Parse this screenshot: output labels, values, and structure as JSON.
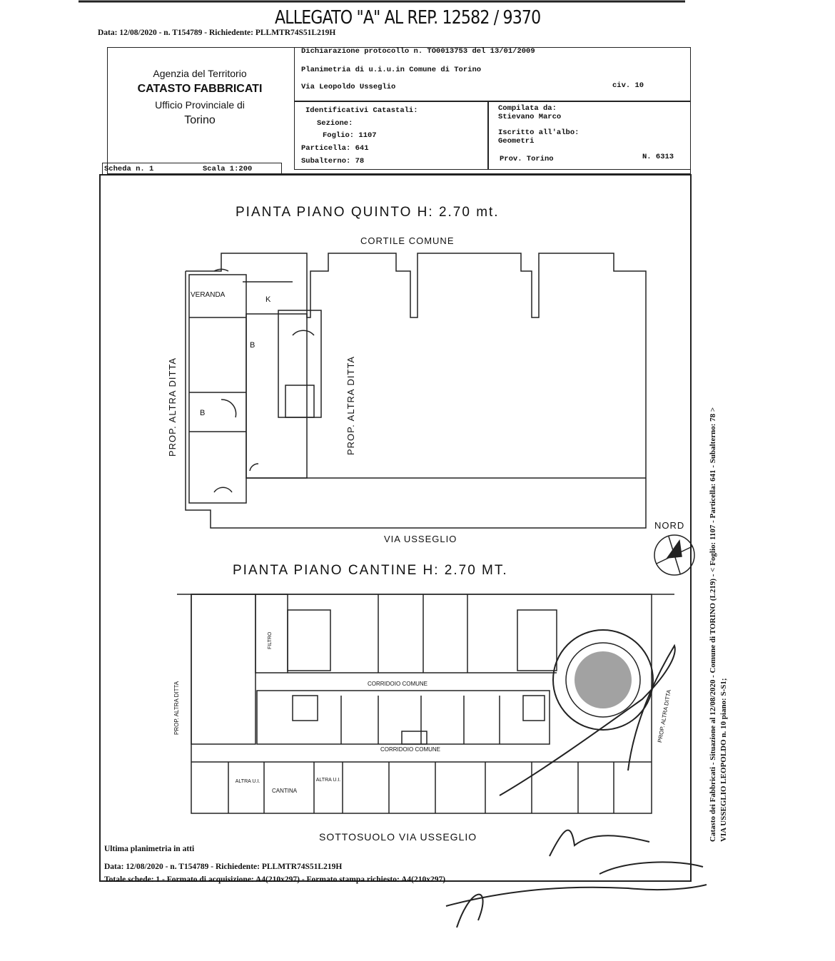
{
  "handwritten_header": "ALLEGATO \"A\" AL REP. 12582 / 9370",
  "top_meta": "Data: 12/08/2020 - n. T154789 - Richiedente: PLLMTR74S51L219H",
  "agency": {
    "line1": "Agenzia del Territorio",
    "line2": "CATASTO FABBRICATI",
    "line3": "Ufficio Provinciale di",
    "line4": "Torino"
  },
  "scheda": {
    "label": "Scheda n. 1",
    "scale": "Scala 1:200"
  },
  "declaration": {
    "protocol": "Dichiarazione protocollo n. TO0013753 del 13/01/2009",
    "planimetry": "Planimetria di u.i.u.in Comune di Torino",
    "address": "Via Leopoldo Usseglio",
    "civic": "civ. 10"
  },
  "identifiers": {
    "title": "Identificativi Catastali:",
    "sezione": "Sezione:",
    "foglio": "Foglio: 1107",
    "particella": "Particella: 641",
    "subalterno": "Subalterno: 78"
  },
  "compiler": {
    "title": "Compilata da:",
    "name": "Stievano Marco",
    "albo_label": "Iscritto all'albo:",
    "albo": "Geometri",
    "prov": "Prov. Torino",
    "number": "N. 6313"
  },
  "plan1": {
    "title": "PIANTA PIANO QUINTO H: 2.70 mt.",
    "north_side": "CORTILE COMUNE",
    "south_side": "VIA USSEGLIO",
    "west_side": "PROP. ALTRA DITTA",
    "middle_side": "PROP. ALTRA DITTA",
    "rooms": [
      "VERANDA",
      "K",
      "B",
      "B"
    ]
  },
  "north_label": "NORD",
  "plan2": {
    "title": "PIANTA PIANO CANTINE H: 2.70 MT.",
    "west_side": "PROP. ALTRA DITTA",
    "east_side": "PROP. ALTRA DITTA",
    "south_side": "SOTTOSUOLO VIA USSEGLIO",
    "filtro": "FILTRO",
    "corridor1": "CORRIDOIO COMUNE",
    "corridor2": "CORRIDOIO COMUNE",
    "altra1": "ALTRA U.I.",
    "cantina": "CANTINA",
    "altra2": "ALTRA U.I."
  },
  "side_note": {
    "line1": "Catasto dei Fabbricati - Situazione al 12/08/2020 - Comune di TORINO (L219) - < Foglio: 1107 - Particella: 641 - Subalterno: 78 >",
    "line2": "VIA USSEGLIO LEOPOLDO n. 10 piano: S-S1;"
  },
  "footer": {
    "last": "Ultima planimetria in atti",
    "data": "Data: 12/08/2020 - n. T154789 - Richiedente: PLLMTR74S51L219H",
    "totals": "Totale schede: 1 - Formato di acquisizione: A4(210x297) - Formato stampa richiesto: A4(210x297)"
  }
}
